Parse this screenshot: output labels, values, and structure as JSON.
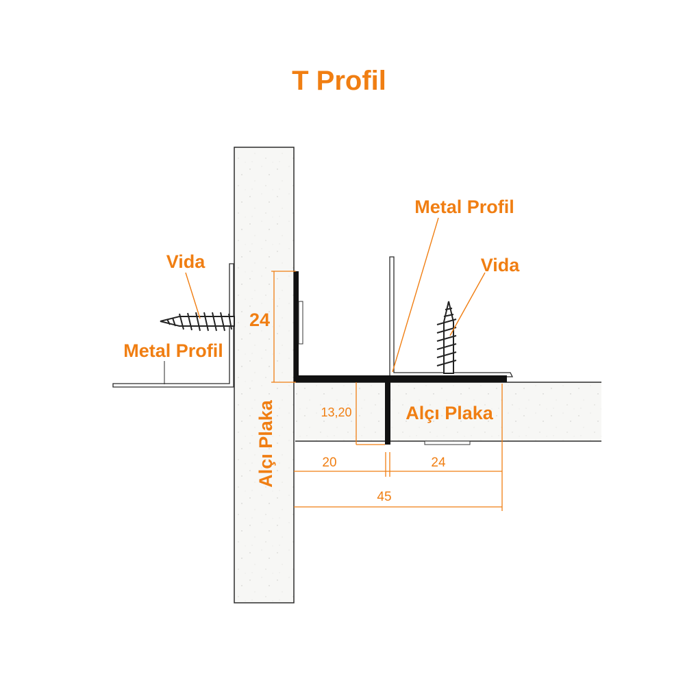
{
  "title": "T Profil",
  "labels": {
    "vida_left": "Vida",
    "vida_right": "Vida",
    "metal_profil_left": "Metal Profil",
    "metal_profil_right": "Metal Profil",
    "alci_plaka_vertical": "Alçı Plaka",
    "alci_plaka_horizontal": "Alçı Plaka"
  },
  "dimensions": {
    "height": "24",
    "depth": "13,20",
    "left_width": "20",
    "right_width": "24",
    "total_width": "45"
  },
  "colors": {
    "accent": "#f07e12",
    "line": "#2a2a2a",
    "profile": "#111111",
    "board_fill": "#f4f4f2"
  }
}
